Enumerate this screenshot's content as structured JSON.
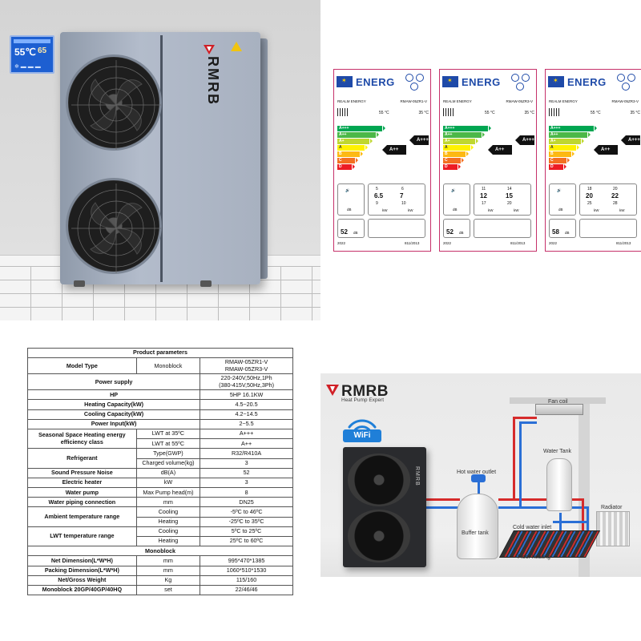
{
  "photo": {
    "display": {
      "temp_left": "55℃",
      "temp_right": "65"
    },
    "brand": "RMRB"
  },
  "energy_labels": [
    {
      "header": "ENERG",
      "supplier": "REALM ENERGY",
      "model": "RMAW-05ZR1-V",
      "t55": "55 °C",
      "t35": "35 °C",
      "rating_55": "A++",
      "rating_35": "A+++",
      "vals": [
        "5",
        "6.5",
        "9",
        "6",
        "7",
        "10"
      ],
      "unit": "kW",
      "db": "52",
      "db_unit": "dB",
      "year": "2022",
      "reg": "811/2013"
    },
    {
      "header": "ENERG",
      "supplier": "REALM ENERGY",
      "model": "RMAW-05ZR3-V",
      "t55": "55 °C",
      "t35": "35 °C",
      "rating_55": "A++",
      "rating_35": "A+++",
      "vals": [
        "11",
        "12",
        "17",
        "14",
        "15",
        "20"
      ],
      "unit": "kW",
      "db": "52",
      "db_unit": "dB",
      "year": "2022",
      "reg": "811/2013"
    },
    {
      "header": "ENERG",
      "supplier": "REALM ENERGY",
      "model": "RMAW-05ZR3-V",
      "t55": "55 °C",
      "t35": "35 °C",
      "rating_55": "A++",
      "rating_35": "A+++",
      "vals": [
        "18",
        "20",
        "25",
        "20",
        "22",
        "28"
      ],
      "unit": "kW",
      "db": "58",
      "db_unit": "dB",
      "year": "2022",
      "reg": "811/2013"
    }
  ],
  "energy_classes": [
    "A+++",
    "A++",
    "A+",
    "A",
    "B",
    "C",
    "D"
  ],
  "class_colors": [
    "#00a651",
    "#4cb848",
    "#bfd730",
    "#fff200",
    "#fdb913",
    "#f37021",
    "#ed1c24"
  ],
  "spec_table": {
    "title": "Product parameters",
    "rows": [
      [
        {
          "t": "Model Type",
          "b": true
        },
        {
          "t": "Monoblock"
        },
        {
          "t": "RMAW-05ZR1-V\nRMAW-05ZR3-V"
        }
      ],
      [
        {
          "t": "Power supply",
          "b": true,
          "cs": 2
        },
        {
          "t": "220-240V,50Hz,1Ph\n(380-415V,50Hz,3Ph)"
        }
      ],
      [
        {
          "t": "HP",
          "b": true,
          "cs": 2
        },
        {
          "t": "5HP 16.1KW"
        }
      ],
      [
        {
          "t": "Heating Capacity(kW)",
          "b": true,
          "cs": 2
        },
        {
          "t": "4.5~20.5"
        }
      ],
      [
        {
          "t": "Cooling Capacity(kW)",
          "b": true,
          "cs": 2
        },
        {
          "t": "4.2~14.5"
        }
      ],
      [
        {
          "t": "Power Input(kW)",
          "b": true,
          "cs": 2
        },
        {
          "t": "2~5.5"
        }
      ],
      [
        {
          "t": "Seasonal Space Heating  energy efficiency class",
          "b": true,
          "rs": 2
        },
        {
          "t": "LWT at 35ºC"
        },
        {
          "t": "A+++"
        }
      ],
      [
        {
          "t": "LWT at 55ºC"
        },
        {
          "t": "A++"
        }
      ],
      [
        {
          "t": "Refrigerant",
          "b": true,
          "rs": 2
        },
        {
          "t": "Type(GWP)"
        },
        {
          "t": "R32/R410A"
        }
      ],
      [
        {
          "t": "Charged volume(kg)"
        },
        {
          "t": "3"
        }
      ],
      [
        {
          "t": "Sound Pressure Noise",
          "b": true
        },
        {
          "t": "dB(A)"
        },
        {
          "t": "52"
        }
      ],
      [
        {
          "t": "Electric heater",
          "b": true
        },
        {
          "t": "kW"
        },
        {
          "t": "3"
        }
      ],
      [
        {
          "t": "Water pump",
          "b": true
        },
        {
          "t": "Max Pump head(m)"
        },
        {
          "t": "8"
        }
      ],
      [
        {
          "t": "Water piping connection",
          "b": true
        },
        {
          "t": "mm"
        },
        {
          "t": "DN25"
        }
      ],
      [
        {
          "t": "Ambient temperature range",
          "b": true,
          "rs": 2
        },
        {
          "t": "Cooling"
        },
        {
          "t": "-5ºC to 46ºC"
        }
      ],
      [
        {
          "t": "Heating"
        },
        {
          "t": "-25ºC to 35ºC"
        }
      ],
      [
        {
          "t": "LWT temperature range",
          "b": true,
          "rs": 2
        },
        {
          "t": "Cooling"
        },
        {
          "t": "5ºC to 25ºC"
        }
      ],
      [
        {
          "t": "Heating"
        },
        {
          "t": "25ºC to 60ºC"
        }
      ],
      [
        {
          "t": "Monoblock",
          "b": true,
          "cs": 3
        }
      ],
      [
        {
          "t": "Net Dimension(L*W*H)",
          "b": true
        },
        {
          "t": "mm"
        },
        {
          "t": "995*470*1385"
        }
      ],
      [
        {
          "t": "Packing Dimension(L*W*H)",
          "b": true
        },
        {
          "t": "mm"
        },
        {
          "t": "1060*510*1530"
        }
      ],
      [
        {
          "t": "Net/Gross Weight",
          "b": true
        },
        {
          "t": "Kg"
        },
        {
          "t": "115/160"
        }
      ],
      [
        {
          "t": "Monoblock      20GP/40GP/40HQ",
          "b": true
        },
        {
          "t": "set"
        },
        {
          "t": "22/46/46"
        }
      ]
    ]
  },
  "diagram": {
    "brand": "RMRB",
    "subtitle": "Heat Pump Expert",
    "wifi_label": "WiFi",
    "labels": {
      "fan_coil": "Fan coil",
      "water_tank": "Water Tank",
      "hot_water_outlet": "Hot water outlet",
      "radiator": "Radiator",
      "buffer_tank": "Buffer tank",
      "cold_water_inlet": "Cold water inlet",
      "floor_heating": "Floor heating"
    },
    "pipe_colors": {
      "hot": "#d62b2b",
      "cold": "#2a6fd6"
    }
  }
}
